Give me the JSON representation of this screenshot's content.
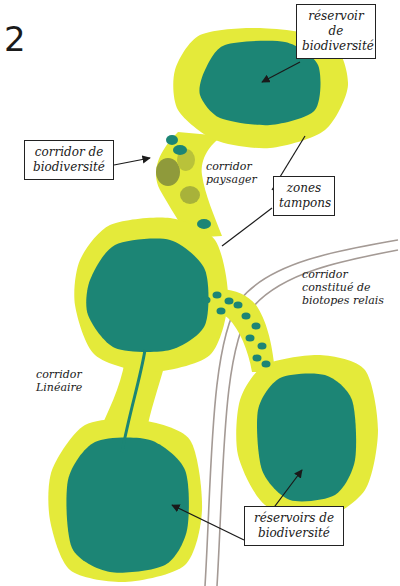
{
  "diagram": {
    "nodes": [
      {
        "text": [
          "réservoir de biodiversité"
        ]
      },
      {
        "text": [
          "corridor de biodiversité"
        ]
      },
      {
        "text": [
          "zones tampons"
        ]
      },
      {
        "text": [
          "réservoirs de biodiversité"
        ]
      }
    ],
    "labels": [
      "2",
      "corridor paysager",
      "corridor constitué de biotopes relais",
      "corridor Linéaire"
    ]
  }
}
